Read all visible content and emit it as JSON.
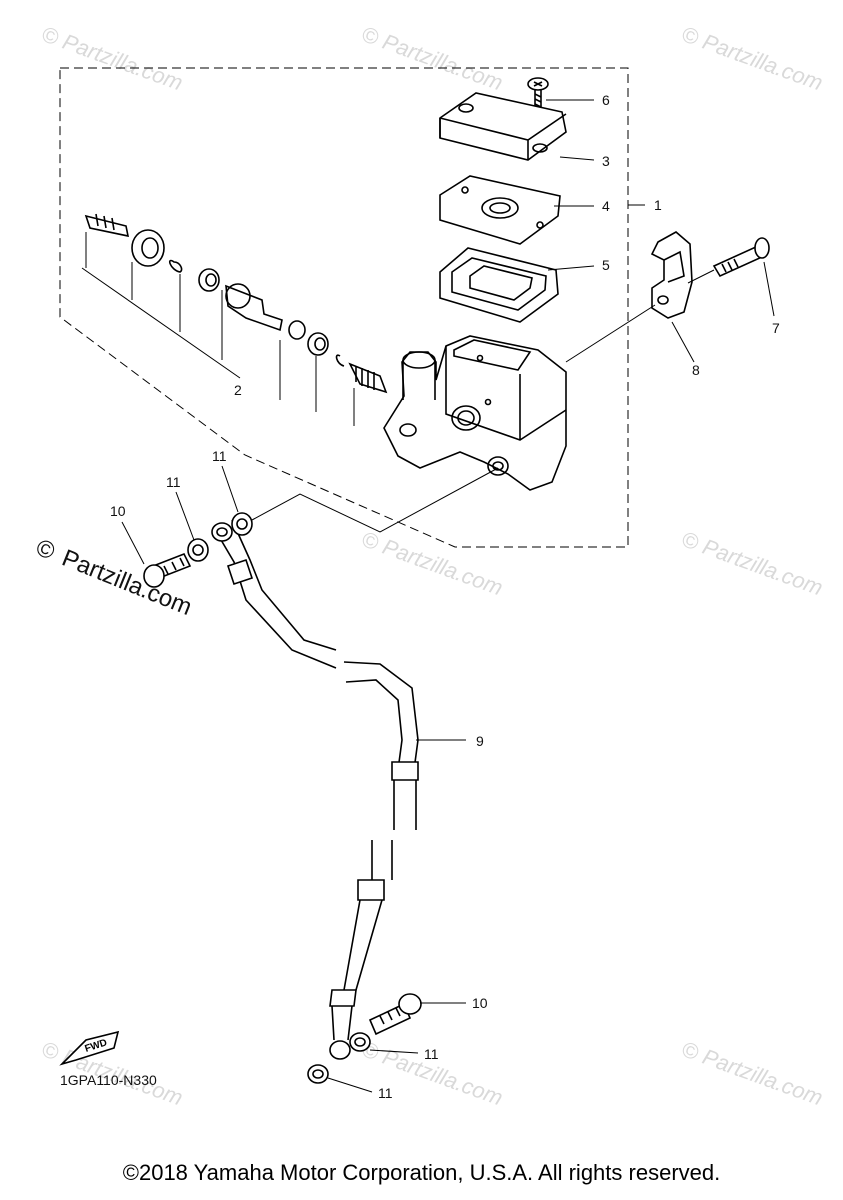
{
  "callouts": {
    "c1": "1",
    "c2": "2",
    "c3": "3",
    "c4": "4",
    "c5": "5",
    "c6": "6",
    "c7": "7",
    "c8": "8",
    "c9": "9",
    "c10a": "10",
    "c10b": "10",
    "c11a": "11",
    "c11b": "11",
    "c11c": "11",
    "c11d": "11"
  },
  "diagram_code": "1GPA110-N330",
  "fwd_label": "FWD",
  "watermark": {
    "small": "© Partzilla.com",
    "large_mark": "©",
    "large_text": "Partzilla.com"
  },
  "copyright": "©2018 Yamaha Motor Corporation, U.S.A. All rights reserved."
}
